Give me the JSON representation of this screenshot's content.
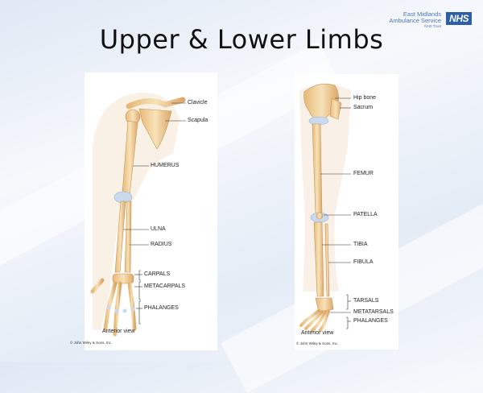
{
  "slide": {
    "title": "Upper & Lower Limbs"
  },
  "logo": {
    "line1": "East Midlands",
    "line2": "Ambulance Service",
    "line3": "NHS Trust",
    "badge": "NHS"
  },
  "upper_limb": {
    "labels": {
      "clavicle": "Clavicle",
      "scapula": "Scapula",
      "humerus": "HUMERUS",
      "ulna": "ULNA",
      "radius": "RADIUS",
      "carpals": "CARPALS",
      "metacarpals": "METACARPALS",
      "phalanges": "PHALANGES"
    },
    "caption": "Anterior view",
    "copyright": "© John Wiley & Sons, Inc."
  },
  "lower_limb": {
    "labels": {
      "hip_bone": "Hip bone",
      "sacrum": "Sacrum",
      "femur": "FEMUR",
      "patella": "PATELLA",
      "tibia": "TIBIA",
      "fibula": "FIBULA",
      "tarsals": "TARSALS",
      "metatarsals": "METATARSALS",
      "phalanges": "PHALANGES"
    },
    "caption": "Anterior view",
    "copyright": "© John Wiley & Sons, Inc."
  },
  "colors": {
    "bone": "#f2d6a2",
    "bone_shade": "#d9a864",
    "cartilage": "#c9d9ee"
  }
}
